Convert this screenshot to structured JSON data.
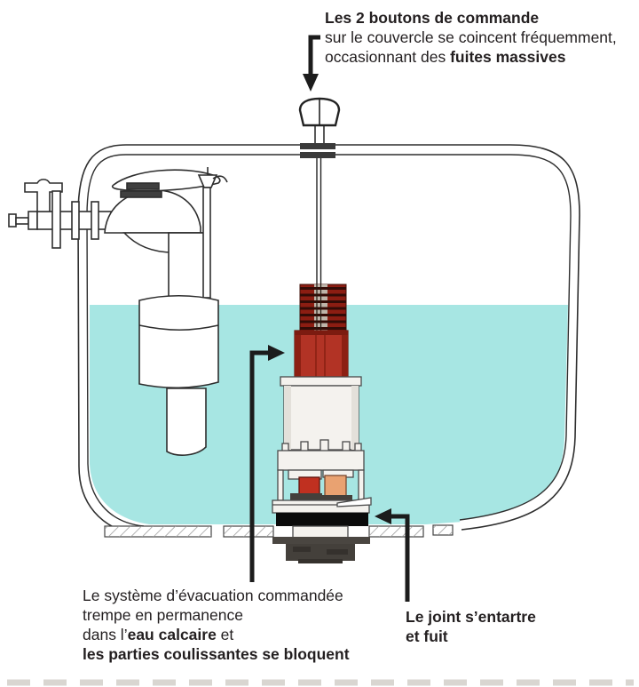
{
  "annotations": {
    "buttons": {
      "title": "Les 2 boutons de commande",
      "line2": "sur le couvercle se coincent fréquemment,",
      "line3_prefix": "occasionnant des ",
      "line3_bold": "fuites massives"
    },
    "evacuation": {
      "line1": "Le système d’évacuation commandée",
      "line2": "trempe en permanence",
      "line3_prefix": "dans l’",
      "line3_bold": "eau calcaire",
      "line3_suffix": " et",
      "line4_bold": "les parties coulissantes se bloquent"
    },
    "joint": {
      "line1": "Le joint s’entartre",
      "line2": "et fuit"
    }
  },
  "colors": {
    "water": "#a7e6e3",
    "arrow": "#1c1c1c",
    "red_dark": "#8c1d12",
    "red_stripe": "#330c07",
    "red_mid_light": "#beb4a9",
    "red_block": "#b23325",
    "red_block_shade": "#8c2013",
    "red_cylinder": "#c03020",
    "salmon_cylinder": "#e9a271",
    "joint_black": "#0b0b0b",
    "metal_dark": "#44403b",
    "flange_gray": "#4a4641",
    "canister": "#f4f2ee",
    "canister_shade": "#e3e0da",
    "hatch": "#9a9a9a",
    "lid_hardware": "#3a3a3a",
    "plate_dark": "#3f3f3f",
    "bottom_marks": "#d9d6d1"
  }
}
